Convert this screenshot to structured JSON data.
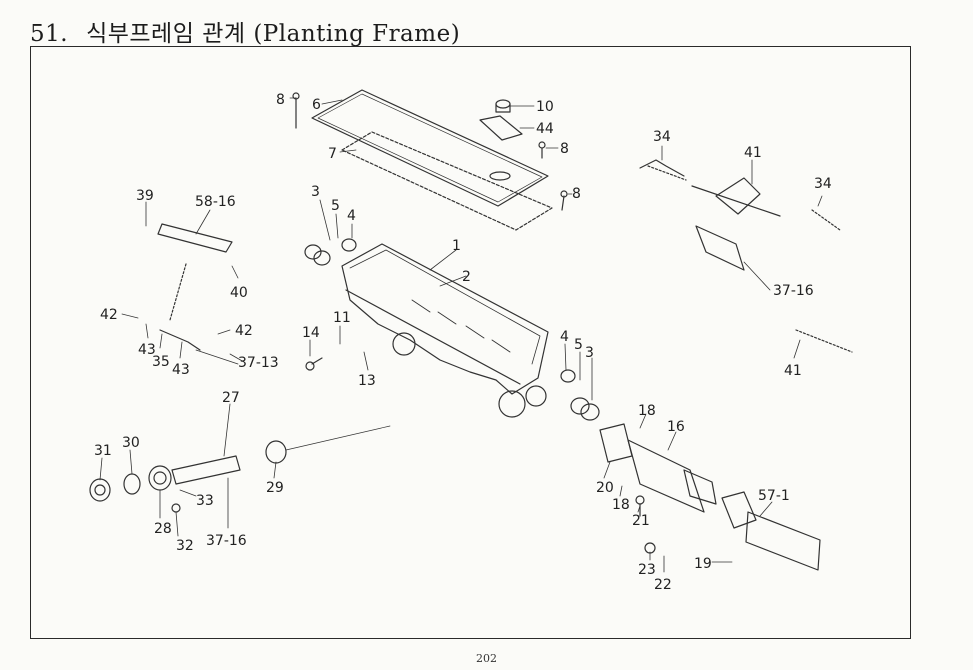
{
  "header": {
    "section_number": "51.",
    "title_korean": "식부프레임 관계",
    "title_english": "(Planting Frame)"
  },
  "callouts": [
    "8",
    "6",
    "10",
    "44",
    "8",
    "7",
    "8",
    "34",
    "41",
    "34",
    "39",
    "58-16",
    "3",
    "5",
    "4",
    "1",
    "2",
    "40",
    "37-16",
    "42",
    "43",
    "35",
    "43",
    "42",
    "37-13",
    "14",
    "11",
    "13",
    "4",
    "5",
    "3",
    "41",
    "27",
    "18",
    "16",
    "31",
    "30",
    "29",
    "20",
    "18",
    "21",
    "33",
    "28",
    "32",
    "37-16",
    "57-1",
    "23",
    "22",
    "19"
  ],
  "footer": {
    "page_number": "202"
  }
}
